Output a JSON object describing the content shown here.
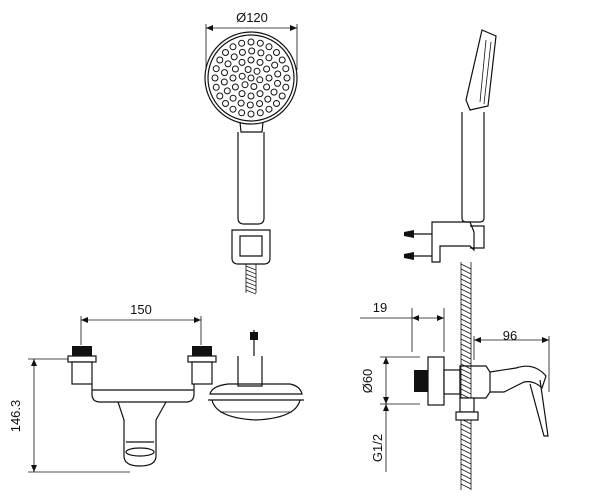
{
  "dimensions": {
    "head_diameter": "Ø120",
    "valve_spacing": "150",
    "height": "146.3",
    "wall_depth": "19",
    "projection": "96",
    "flange_diameter": "Ø60",
    "thread": "G1/2"
  }
}
